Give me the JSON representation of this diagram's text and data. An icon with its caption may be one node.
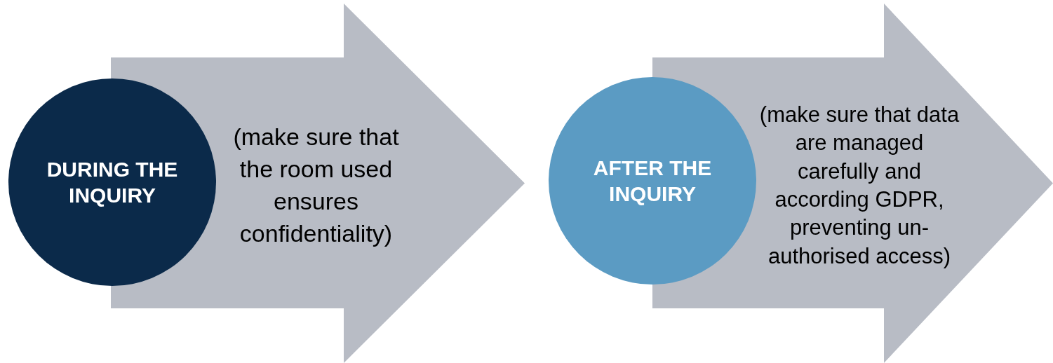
{
  "diagram": {
    "nodes": [
      {
        "text": [
          "(make sure that the room used ensures confidentiality)"
        ]
      },
      {
        "text": [
          "DURING THE INQUIRY"
        ]
      },
      {
        "text": [
          "(make sure that data are managed carefully and according GDPR, preventing un-authorised access)"
        ]
      },
      {
        "text": [
          "AFTER THE INQUIRY"
        ]
      }
    ]
  }
}
